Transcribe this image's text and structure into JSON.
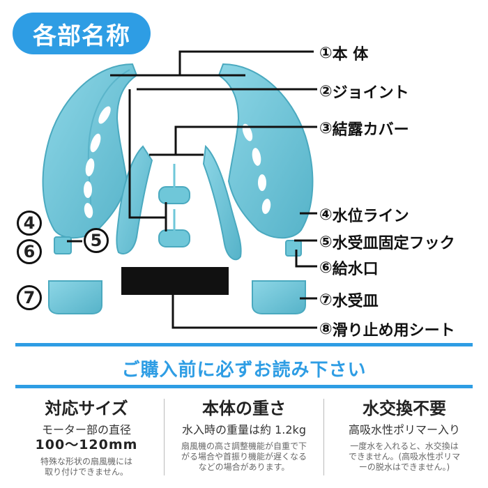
{
  "header": {
    "title": "各部名称"
  },
  "parts": [
    {
      "num": "①",
      "label": "本 体"
    },
    {
      "num": "②",
      "label": "ジョイント"
    },
    {
      "num": "③",
      "label": "結露カバー"
    },
    {
      "num": "④",
      "label": "水位ライン"
    },
    {
      "num": "⑤",
      "label": "水受皿固定フック"
    },
    {
      "num": "⑥",
      "label": "給水口"
    },
    {
      "num": "⑦",
      "label": "水受皿"
    },
    {
      "num": "⑧",
      "label": "滑り止め用シート"
    }
  ],
  "left_markers": {
    "four": "4",
    "five": "5",
    "six": "6",
    "seven": "7"
  },
  "notice": {
    "title": "ご購入前に必ずお読み下さい"
  },
  "columns": [
    {
      "heading": "対応サイズ",
      "line1": "モーター部の直径",
      "line2": "100～120mm",
      "note1": "特殊な形状の扇風機には",
      "note2": "取り付けできません。"
    },
    {
      "heading": "本体の重さ",
      "line1": "水入時の重量は約 1.2kg",
      "note1": "扇風機の高さ調整機能が自重で下",
      "note2": "がる場合や首振り機能が遅くなる",
      "note3": "などの場合があります。"
    },
    {
      "heading": "水交換不要",
      "line1": "高吸水性ポリマー入り",
      "note1": "一度水を入れると、水交換は",
      "note2": "できません。(高吸水性ポリマ",
      "note3": "ーの脱水はできません。)"
    }
  ],
  "colors": {
    "accent": "#2e9de4",
    "part": "#6fc7d9",
    "part_dark": "#4aa9bf",
    "sheet": "#111111"
  }
}
